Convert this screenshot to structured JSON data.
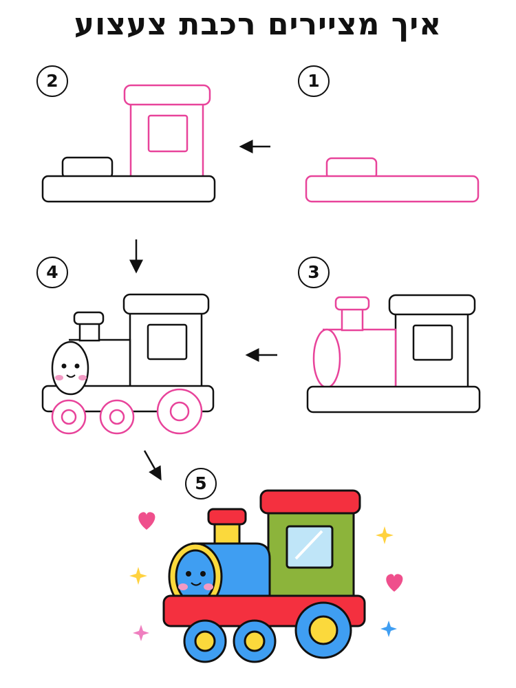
{
  "title": "איך מציירים רכבת צעצוע",
  "steps": [
    {
      "number": "1"
    },
    {
      "number": "2"
    },
    {
      "number": "3"
    },
    {
      "number": "4"
    },
    {
      "number": "5"
    }
  ],
  "colors": {
    "outline": "#111111",
    "new_lines": "#e8439a",
    "cheeks": "#f29ac4",
    "red": "#f4303f",
    "yellow": "#fbd93c",
    "green": "#8cb43b",
    "blue": "#3f9ef2",
    "window": "#bfe5f8",
    "heart": "#ef4f8c"
  }
}
